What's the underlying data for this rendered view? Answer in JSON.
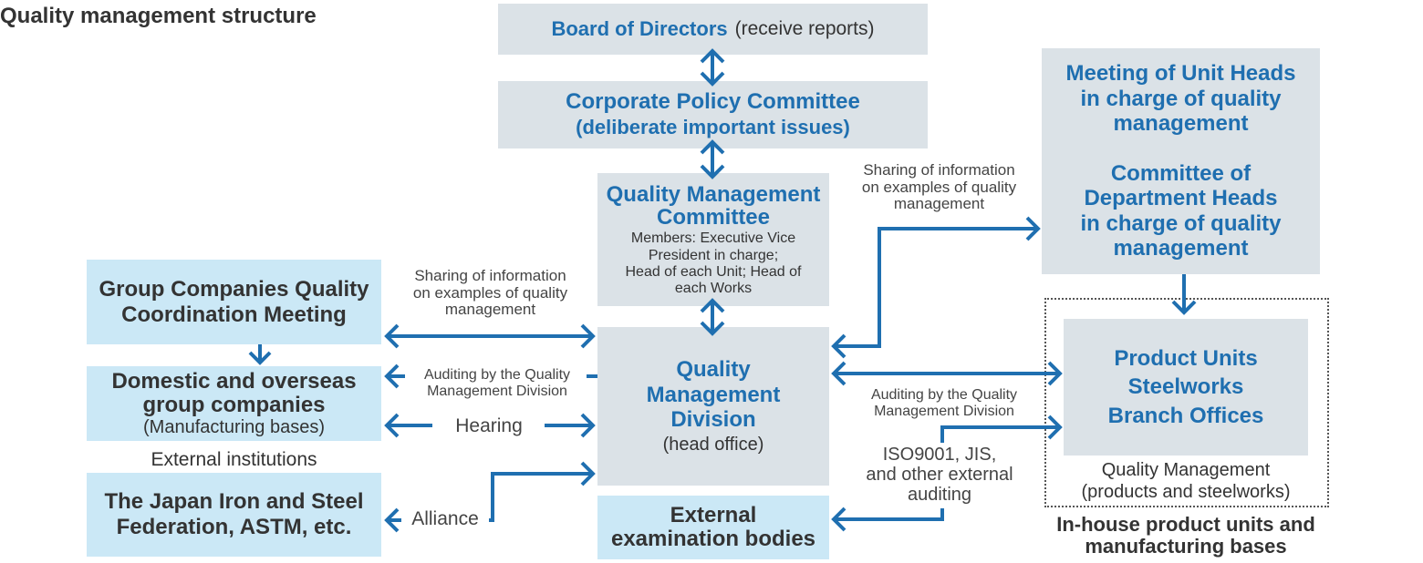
{
  "page_title": "Quality management structure",
  "board": {
    "title": "Board of Directors",
    "subtitle": "(receive reports)"
  },
  "cpc": {
    "line1": "Corporate Policy Committee",
    "line2": "(deliberate important issues)"
  },
  "qmc": {
    "title_line1": "Quality Management",
    "title_line2": "Committee",
    "members": [
      "Members: Executive Vice",
      "President in charge;",
      "Head of each Unit; Head of",
      "each Works"
    ]
  },
  "unit_heads": {
    "meeting": [
      "Meeting of Unit Heads",
      "in charge of quality",
      "management"
    ],
    "committee": [
      "Committee of",
      "Department Heads",
      "in charge of quality",
      "management"
    ]
  },
  "group_meeting": [
    "Group Companies Quality",
    "Coordination Meeting"
  ],
  "domestic": {
    "title": [
      "Domestic and overseas",
      "group companies"
    ],
    "subtitle": "(Manufacturing bases)"
  },
  "external_institutions_label": "External institutions",
  "jisf": [
    "The Japan Iron and Steel",
    "Federation, ASTM, etc."
  ],
  "qmd": {
    "title": [
      "Quality",
      "Management",
      "Division"
    ],
    "subtitle": "(head office)"
  },
  "external_bodies": [
    "External",
    "examination bodies"
  ],
  "product_units": [
    "Product Units",
    "Steelworks",
    "Branch Offices"
  ],
  "product_units_caption": [
    "Quality Management",
    "(products and steelworks)"
  ],
  "inhouse_caption": [
    "In-house product units and",
    "manufacturing bases"
  ],
  "labels": {
    "sharing_left": [
      "Sharing of information",
      "on examples of quality",
      "management"
    ],
    "sharing_right": [
      "Sharing of information",
      "on examples of quality",
      "management"
    ],
    "auditing_left": [
      "Auditing by the Quality",
      "Management Division"
    ],
    "auditing_right": [
      "Auditing by the Quality",
      "Management Division"
    ],
    "hearing": "Hearing",
    "alliance": "Alliance",
    "iso": [
      "ISO9001, JIS,",
      "and other external",
      "auditing"
    ]
  },
  "colors": {
    "accent": "#1f6fb0",
    "gray_box": "#dbe2e7",
    "blue_box": "#cbe8f6",
    "text": "#333333"
  }
}
